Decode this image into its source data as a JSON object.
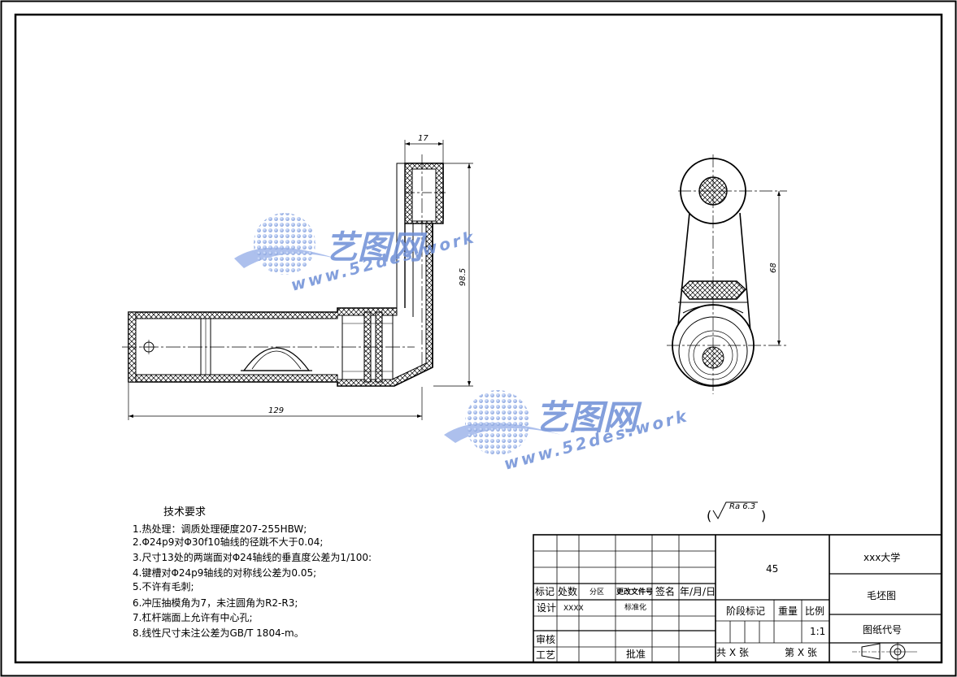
{
  "dimensions": {
    "top_width": "17",
    "height": "98.5",
    "length": "129",
    "center_distance": "68",
    "roughness": "Ra 6.3"
  },
  "watermark": {
    "brand": "艺图网",
    "url": "www.52des.work"
  },
  "tech_requirements": {
    "title": "技术要求",
    "items": [
      "1.热处理：调质处理硬度207-255HBW;",
      "2.Φ24p9对Φ30f10轴线的径跳不大于0.04;",
      "3.尺寸13处的两端面对Φ24轴线的垂直度公差为1/100:",
      "4.键槽对Φ24p9轴线的对称线公差为0.05;",
      "5.不许有毛刺;",
      "6.冲压抽模角为7，未注圆角为R2-R3;",
      "7.杠杆端面上允许有中心孔;",
      "8.线性尺寸未注公差为GB/T 1804-m。"
    ]
  },
  "title_block": {
    "material": "45",
    "school": "xxx大学",
    "drawing_name": "毛坯图",
    "drawing_code": "图纸代号",
    "mark": "标记",
    "count": "处数",
    "zone": "分区",
    "change_doc": "更改文件号",
    "sign": "签名",
    "date": "年/月/日",
    "design": "设计",
    "designer": "XXXX",
    "standardize": "标准化",
    "stage_mark": "阶段标记",
    "weight": "重量",
    "scale_label": "比例",
    "scale": "1:1",
    "review": "审核",
    "process": "工艺",
    "approve": "批准",
    "total_sheets": "共 X 张",
    "sheet_no": "第 X 张"
  }
}
